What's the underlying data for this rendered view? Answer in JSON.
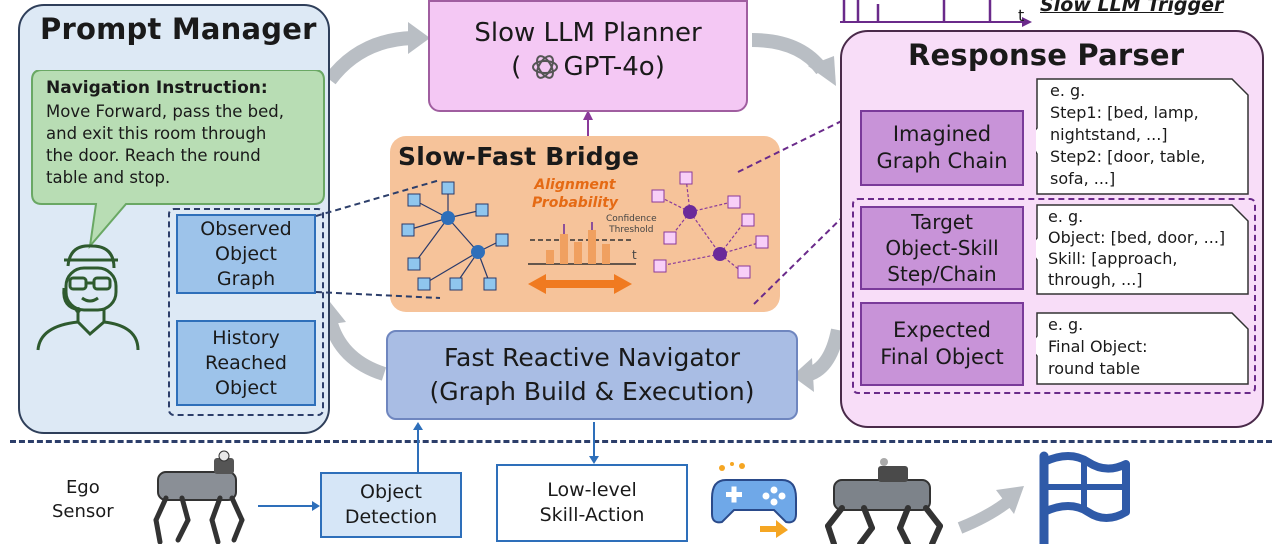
{
  "prompt_manager": {
    "title": "Prompt Manager",
    "instruction_title": "Navigation Instruction:",
    "instruction_lines": [
      "Move Forward, pass the bed,",
      "and exit this room through",
      "the door. Reach the round",
      "table and stop."
    ],
    "observed_graph": [
      "Observed",
      "Object",
      "Graph"
    ],
    "history": [
      "History",
      "Reached",
      "Object"
    ]
  },
  "planner": {
    "title": "Slow LLM Planner",
    "model": "GPT-4o"
  },
  "trigger": {
    "label": "Slow LLM Trigger",
    "axis": "t"
  },
  "bridge": {
    "title": "Slow-Fast Bridge",
    "alignment": [
      "Alignment",
      "Probability"
    ],
    "confidence": [
      "Confidence",
      "Threshold"
    ],
    "axis": "t"
  },
  "parser": {
    "title": "Response Parser",
    "imagined": [
      "Imagined",
      "Graph Chain"
    ],
    "imagined_example": [
      "e. g.",
      "Step1: [bed, lamp,",
      "nightstand, ...]",
      "Step2: [door, table,",
      "sofa, ...]"
    ],
    "target": [
      "Target",
      "Object-Skill",
      "Step/Chain"
    ],
    "target_example": [
      "e. g.",
      "Object: [bed, door, ...]",
      "Skill: [approach,",
      "through, ...]"
    ],
    "expected": [
      "Expected",
      "Final Object"
    ],
    "expected_example": [
      "e. g.",
      "Final Object:",
      "round table"
    ]
  },
  "navigator": {
    "line1": "Fast Reactive Navigator",
    "line2": "(Graph Build & Execution)"
  },
  "bottom": {
    "ego": [
      "Ego",
      "Sensor"
    ],
    "detection": [
      "Object",
      "Detection"
    ],
    "skill": [
      "Low-level",
      "Skill-Action"
    ]
  },
  "colors": {
    "accent_blue": "#2f5aa8",
    "purple": "#6a2a9a",
    "orange": "#f07a20"
  }
}
